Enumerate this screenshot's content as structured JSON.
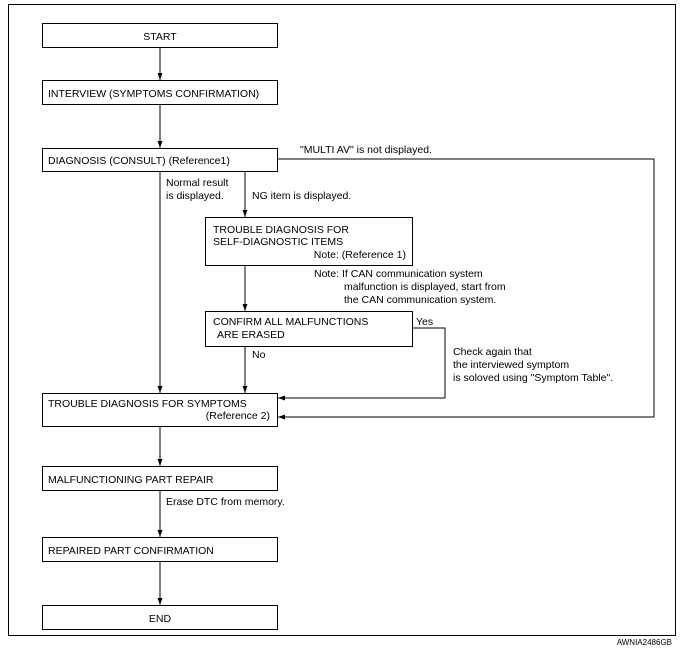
{
  "boxes": {
    "start": "START",
    "interview": "INTERVIEW (SYMPTOMS CONFIRMATION)",
    "diagnosis": "DIAGNOSIS (CONSULT) (Reference1)",
    "trouble_self": [
      "TROUBLE DIAGNOSIS FOR",
      "SELF-DIAGNOSTIC ITEMS",
      "Note: (Reference 1)"
    ],
    "confirm": [
      "CONFIRM ALL MALFUNCTIONS",
      "ARE ERASED"
    ],
    "trouble_symptoms": [
      "TROUBLE DIAGNOSIS FOR SYMPTOMS",
      "(Reference 2)"
    ],
    "repair": "MALFUNCTIONING PART REPAIR",
    "repaired": "REPAIRED PART CONFIRMATION",
    "end": "END"
  },
  "labels": {
    "multi_av": "\"MULTI AV\" is not displayed.",
    "normal_result": [
      "Normal result",
      "is displayed."
    ],
    "ng_item": "NG item is displayed.",
    "can_note": [
      "Note: If CAN communication system",
      "malfunction is displayed, start from",
      "the CAN communication system."
    ],
    "yes": "Yes",
    "no": "No",
    "check_again": [
      "Check again that",
      "the interviewed symptom",
      "is soloved using \"Symptom Table\"."
    ],
    "erase_dtc": "Erase DTC from memory."
  },
  "figure_id": "AWNIA2486GB"
}
